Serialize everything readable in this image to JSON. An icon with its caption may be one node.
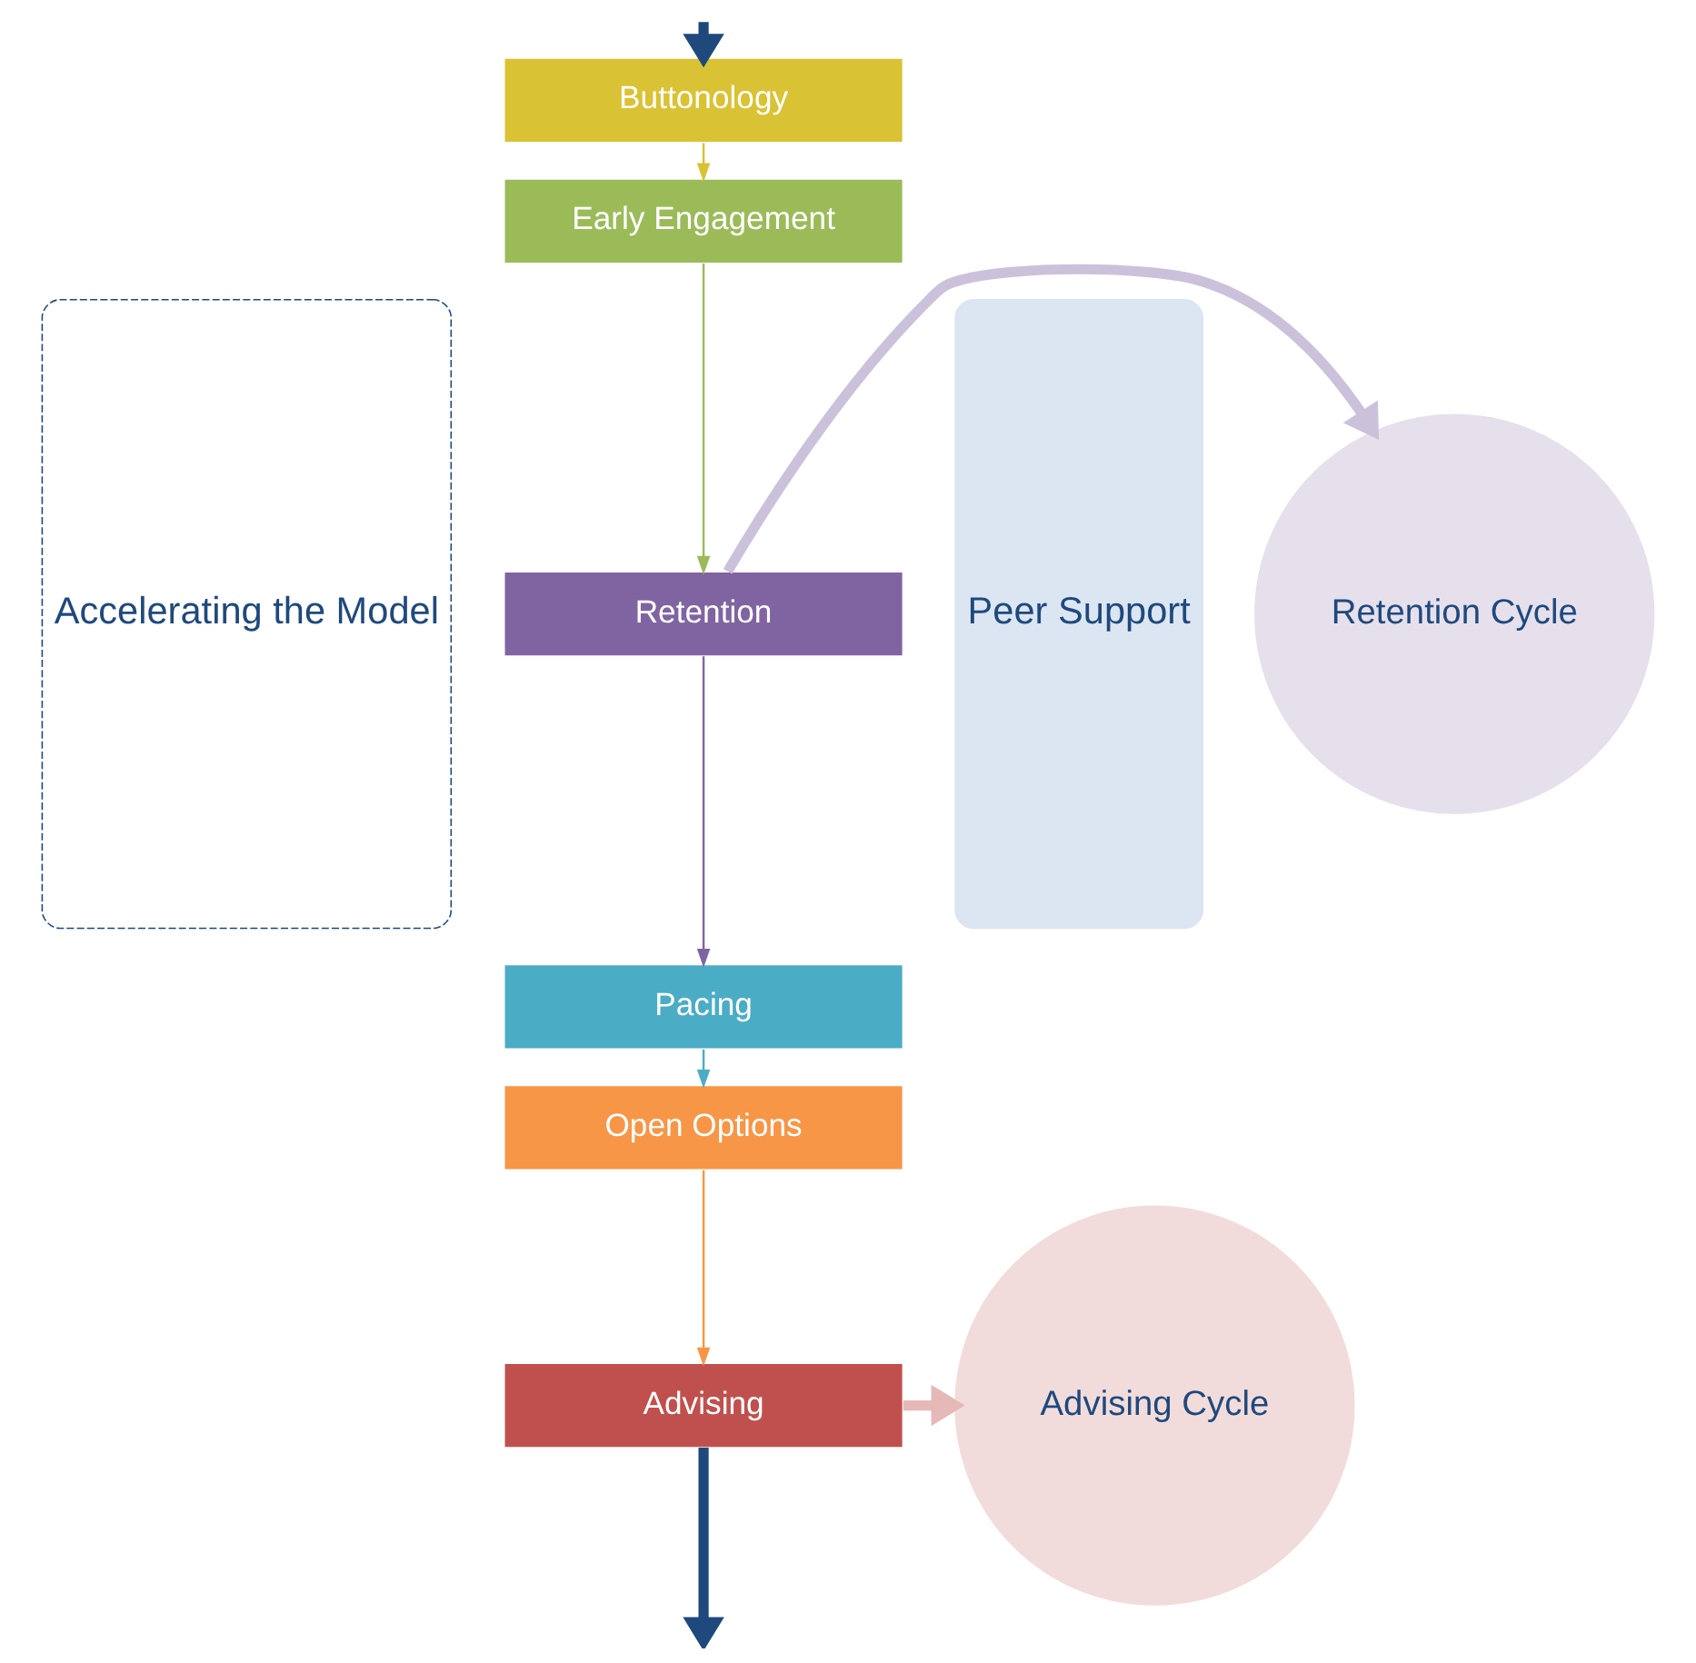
{
  "diagram": {
    "nodes": [
      {
        "text": [
          "Accelerating the Model"
        ]
      },
      {
        "text": [
          "Peer Support"
        ]
      },
      {
        "text": [
          "Buttonology"
        ]
      },
      {
        "text": [
          "Early Engagement"
        ]
      },
      {
        "text": [
          "Retention"
        ]
      },
      {
        "text": [
          "Pacing"
        ]
      },
      {
        "text": [
          "Open Options"
        ]
      },
      {
        "text": [
          "Advising"
        ]
      },
      {
        "text": [
          "Retention Cycle"
        ]
      },
      {
        "text": [
          "Advising Cycle"
        ]
      }
    ],
    "edges": [
      {
        "from": null,
        "to": 2,
        "arrow": "to",
        "style": "thick",
        "color": "#1f497d"
      },
      {
        "from": 2,
        "to": 3,
        "arrow": "to",
        "color": "#d9c234"
      },
      {
        "from": 3,
        "to": 4,
        "arrow": "to",
        "color": "#9bbb59"
      },
      {
        "from": 4,
        "to": 5,
        "arrow": "to",
        "color": "#8064a2"
      },
      {
        "from": 5,
        "to": 6,
        "arrow": "to",
        "color": "#4bacc6"
      },
      {
        "from": 6,
        "to": 7,
        "arrow": "to",
        "color": "#f79646"
      },
      {
        "from": 7,
        "to": null,
        "arrow": "to",
        "style": "thick",
        "color": "#1f497d"
      },
      {
        "from": 4,
        "to": 8,
        "arrow": "to",
        "style": "thick",
        "color": "#ccc1da"
      },
      {
        "from": 7,
        "to": 9,
        "arrow": "to",
        "style": "thick",
        "color": "#e6b9b8"
      }
    ]
  }
}
